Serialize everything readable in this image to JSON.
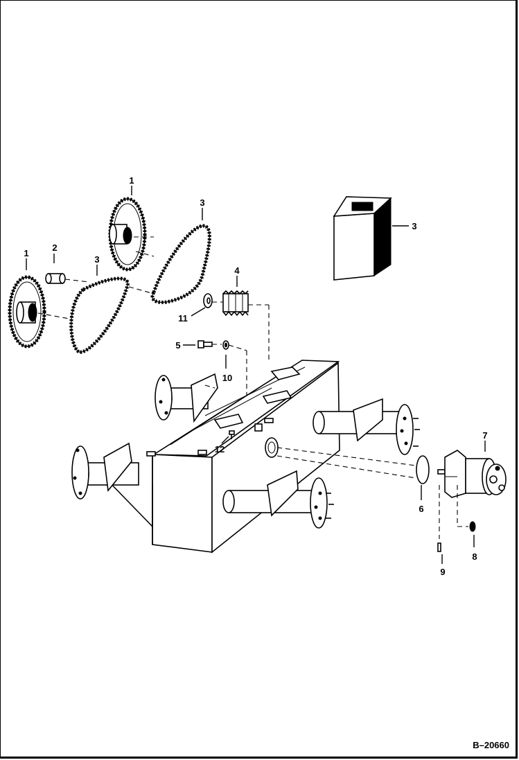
{
  "diagram": {
    "drawing_number": "B–20660",
    "callouts": [
      {
        "id": "c1a",
        "text": "1"
      },
      {
        "id": "c1b",
        "text": "1"
      },
      {
        "id": "c2",
        "text": "2"
      },
      {
        "id": "c3a",
        "text": "3"
      },
      {
        "id": "c3b",
        "text": "3"
      },
      {
        "id": "c3c",
        "text": "3"
      },
      {
        "id": "c4",
        "text": "4"
      },
      {
        "id": "c5",
        "text": "5"
      },
      {
        "id": "c6",
        "text": "6"
      },
      {
        "id": "c7",
        "text": "7"
      },
      {
        "id": "c8",
        "text": "8"
      },
      {
        "id": "c9",
        "text": "9"
      },
      {
        "id": "c10",
        "text": "10"
      },
      {
        "id": "c11",
        "text": "11"
      },
      {
        "id": "c12",
        "text": "12"
      }
    ]
  }
}
